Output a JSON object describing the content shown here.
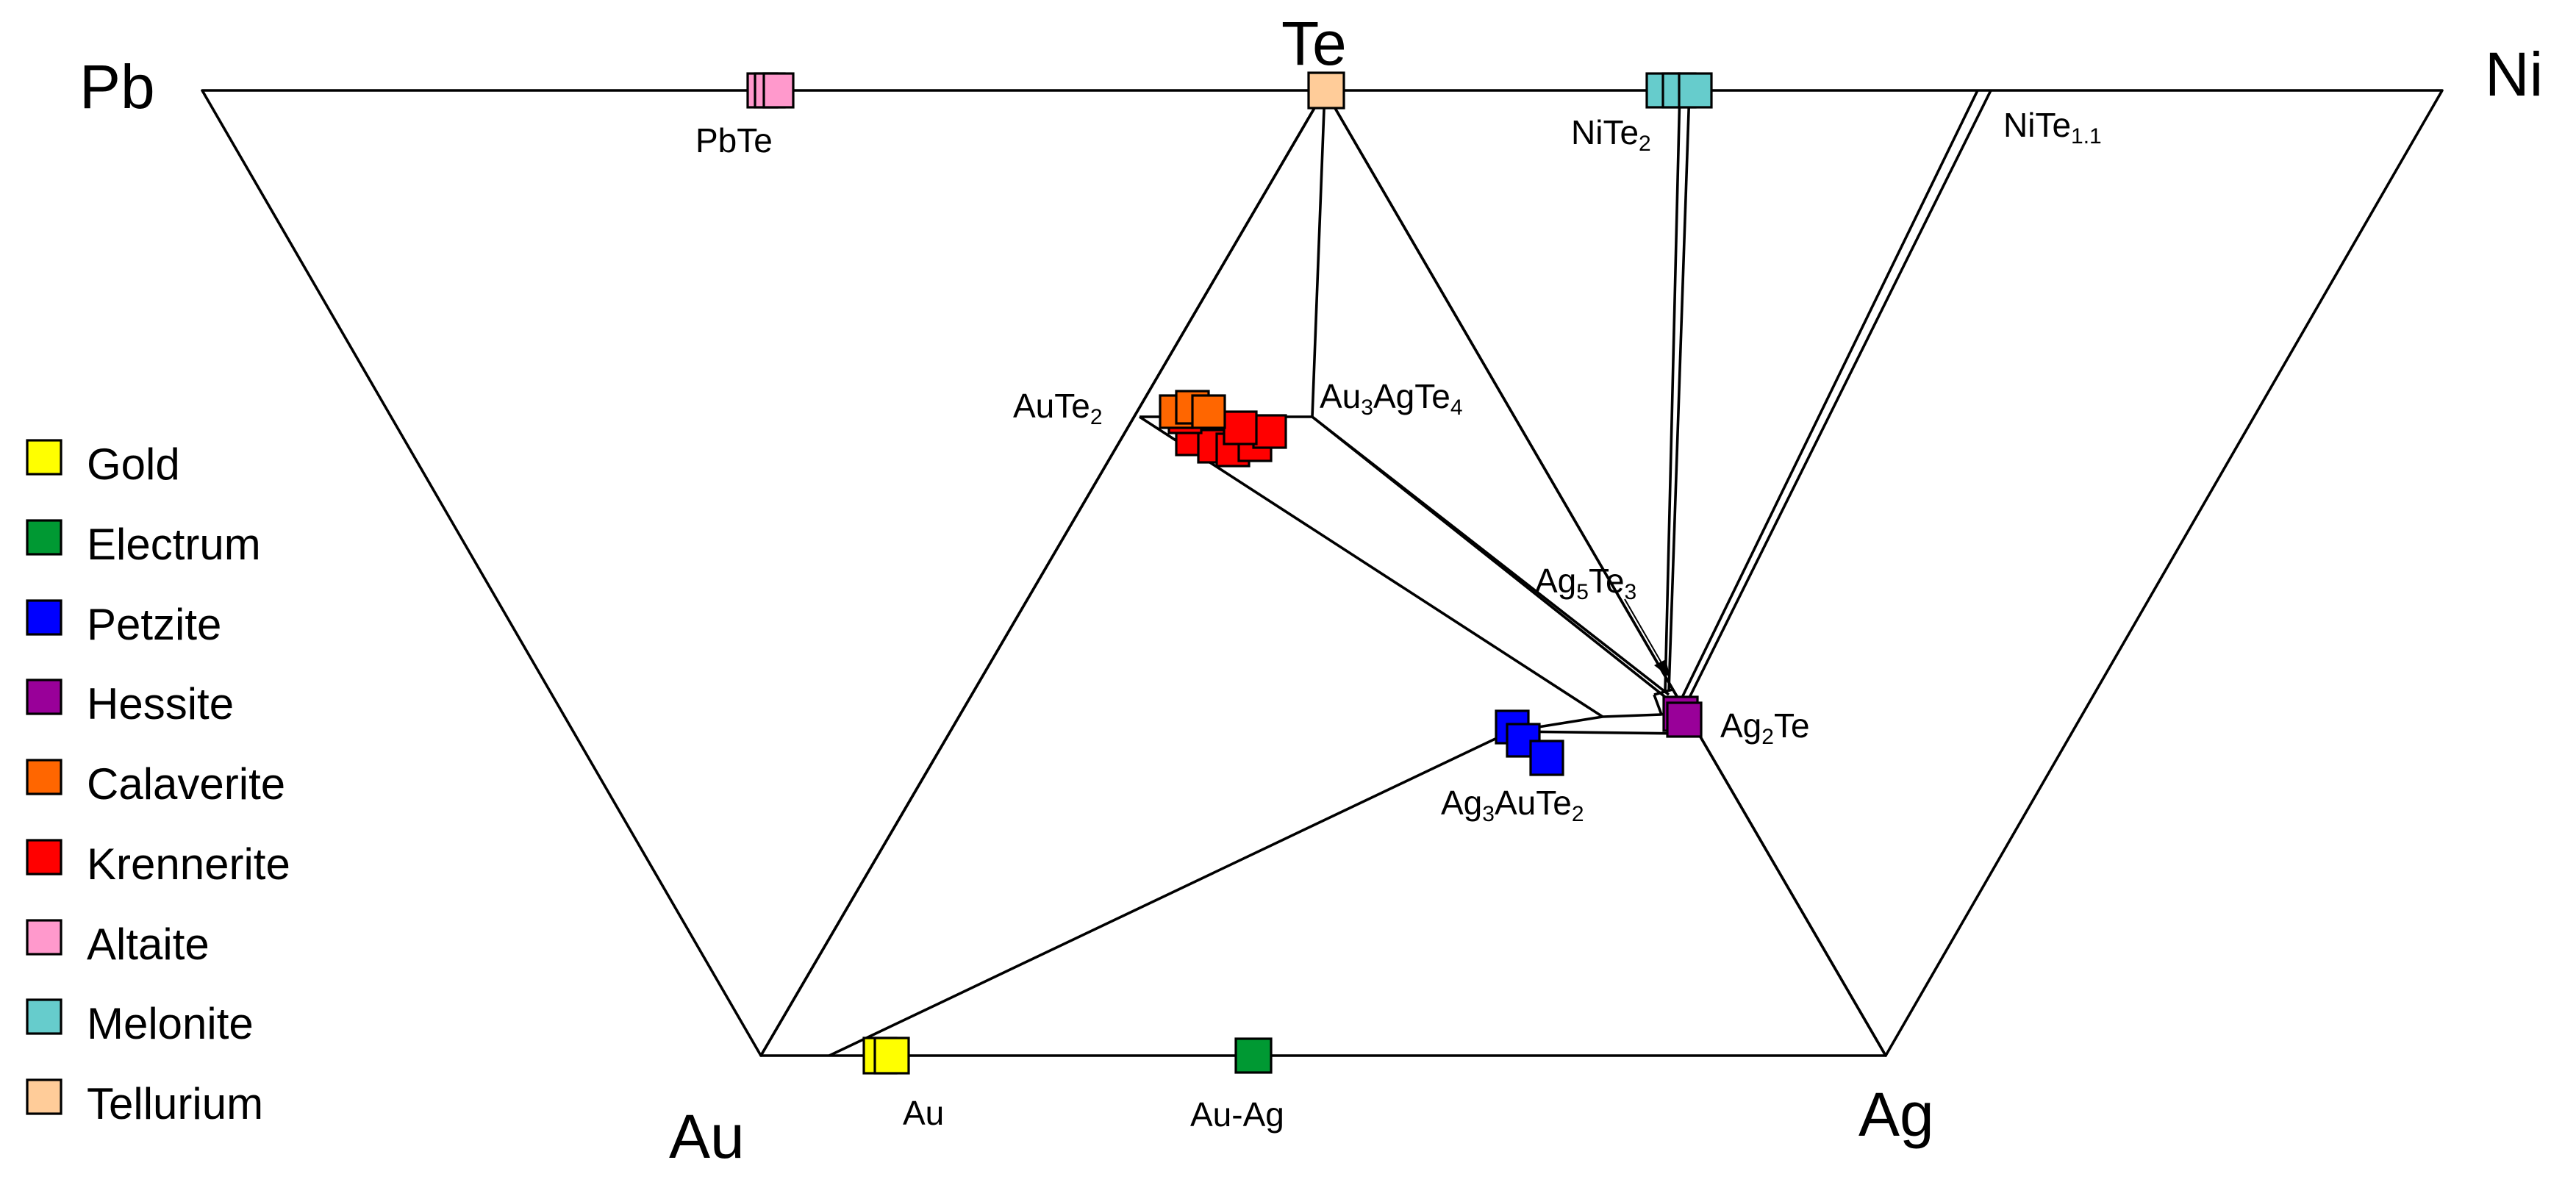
{
  "vertices": {
    "pb": "Pb",
    "te": "Te",
    "ni": "Ni",
    "au": "Au",
    "ag": "Ag"
  },
  "phases": {
    "pbte": "PbTe",
    "nite2": {
      "base": "NiTe",
      "sub": "2"
    },
    "nite11": {
      "base": "NiTe",
      "sub": "1.1"
    },
    "aute2": {
      "base": "AuTe",
      "sub": "2"
    },
    "au3agte4": {
      "a": "Au",
      "s1": "3",
      "b": "AgTe",
      "s2": "4"
    },
    "ag5te3": {
      "a": "Ag",
      "s1": "5",
      "b": "Te",
      "s2": "3"
    },
    "ag2te": {
      "a": "Ag",
      "s1": "2",
      "b": "Te"
    },
    "ag3aute2": {
      "a": "Ag",
      "s1": "3",
      "b": "AuTe",
      "s2": "2"
    },
    "au": "Au",
    "auag": "Au-Ag"
  },
  "legend": [
    {
      "label": "Gold",
      "color": "#FFFF00"
    },
    {
      "label": "Electrum",
      "color": "#009933"
    },
    {
      "label": "Petzite",
      "color": "#0000FF"
    },
    {
      "label": "Hessite",
      "color": "#990099"
    },
    {
      "label": "Calaverite",
      "color": "#FF6600"
    },
    {
      "label": "Krennerite",
      "color": "#FF0000"
    },
    {
      "label": "Altaite",
      "color": "#FF99CC"
    },
    {
      "label": "Melonite",
      "color": "#66CCCC"
    },
    {
      "label": "Tellurium",
      "color": "#FFCC99"
    }
  ]
}
